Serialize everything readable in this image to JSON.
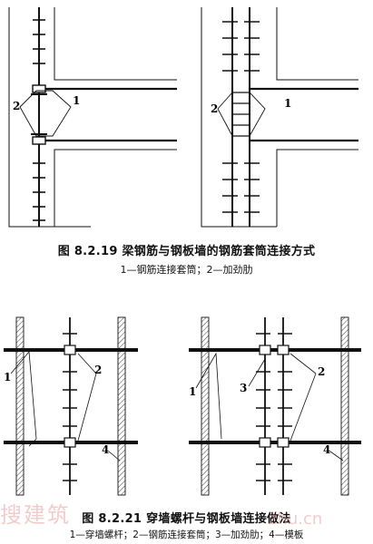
{
  "figure_1": {
    "caption": "图 8.2.19   梁钢筋与钢板墙的钢筋套筒连接方式",
    "legend": "1—钢筋连接套筒；2—加劲肋",
    "callouts": [
      "1",
      "2",
      "2",
      "1"
    ]
  },
  "figure_2": {
    "caption": "图 8.2.21   穿墙螺杆与钢板墙连接做法",
    "legend": "1—穿墙螺杆；2—钢筋连接套筒；3—加劲肋；4—模板",
    "callouts": [
      "1",
      "2",
      "4",
      "1",
      "3",
      "2",
      "4"
    ]
  },
  "watermark": {
    "text": "搜建筑",
    "url": "zhu.cn"
  },
  "colors": {
    "line": "#111111",
    "watermark": "#e8a3a3"
  }
}
